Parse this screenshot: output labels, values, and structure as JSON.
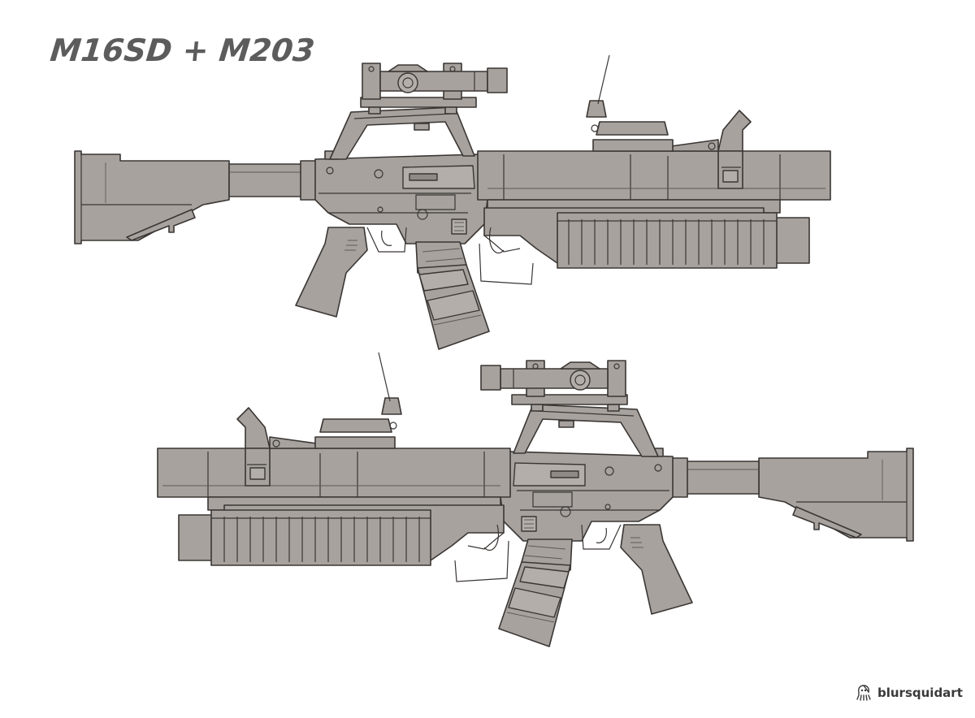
{
  "title": "M16SD + M203",
  "artist_signature": "blursquidart",
  "colors": {
    "metal": "#a7a29d",
    "metal_light": "#b3aea9",
    "metal_dark": "#8f8a85",
    "outline": "#3a3634",
    "title": "#5c5c5c",
    "background": "#ffffff"
  },
  "views": [
    "left-side-view",
    "right-side-view"
  ]
}
